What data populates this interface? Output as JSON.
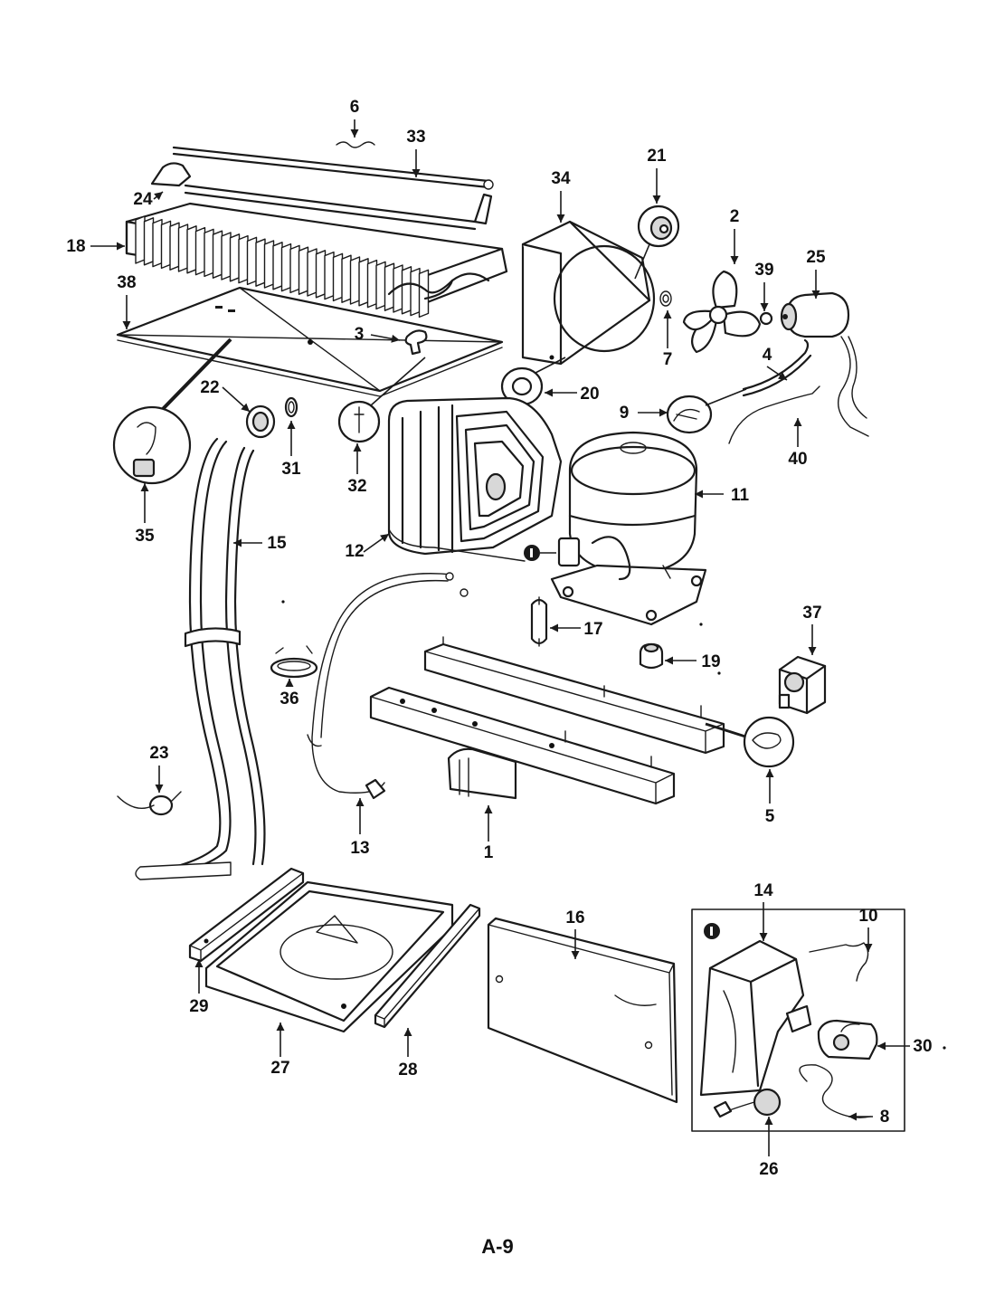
{
  "page": {
    "label": "A-9"
  },
  "parts": [
    {
      "id": "p1",
      "number": "1"
    },
    {
      "id": "p2",
      "number": "2"
    },
    {
      "id": "p3",
      "number": "3"
    },
    {
      "id": "p4",
      "number": "4"
    },
    {
      "id": "p5",
      "number": "5"
    },
    {
      "id": "p6",
      "number": "6"
    },
    {
      "id": "p7",
      "number": "7"
    },
    {
      "id": "p8",
      "number": "8"
    },
    {
      "id": "p9",
      "number": "9"
    },
    {
      "id": "p10",
      "number": "10"
    },
    {
      "id": "p11",
      "number": "11"
    },
    {
      "id": "p12",
      "number": "12"
    },
    {
      "id": "p13",
      "number": "13"
    },
    {
      "id": "p14",
      "number": "14"
    },
    {
      "id": "p15",
      "number": "15"
    },
    {
      "id": "p16",
      "number": "16"
    },
    {
      "id": "p17",
      "number": "17"
    },
    {
      "id": "p18",
      "number": "18"
    },
    {
      "id": "p19",
      "number": "19"
    },
    {
      "id": "p20",
      "number": "20"
    },
    {
      "id": "p21",
      "number": "21"
    },
    {
      "id": "p22",
      "number": "22"
    },
    {
      "id": "p23",
      "number": "23"
    },
    {
      "id": "p24",
      "number": "24"
    },
    {
      "id": "p25",
      "number": "25"
    },
    {
      "id": "p26",
      "number": "26"
    },
    {
      "id": "p27",
      "number": "27"
    },
    {
      "id": "p28",
      "number": "28"
    },
    {
      "id": "p29",
      "number": "29"
    },
    {
      "id": "p30",
      "number": "30"
    },
    {
      "id": "p31",
      "number": "31"
    },
    {
      "id": "p32",
      "number": "32"
    },
    {
      "id": "p33",
      "number": "33"
    },
    {
      "id": "p34",
      "number": "34"
    },
    {
      "id": "p35",
      "number": "35"
    },
    {
      "id": "p36",
      "number": "36"
    },
    {
      "id": "p37",
      "number": "37"
    },
    {
      "id": "p38",
      "number": "38"
    },
    {
      "id": "p39",
      "number": "39"
    },
    {
      "id": "p40",
      "number": "40"
    }
  ],
  "callout_markers": [
    {
      "id": "m1",
      "symbol": "❶"
    },
    {
      "id": "m2",
      "symbol": "❶"
    }
  ]
}
